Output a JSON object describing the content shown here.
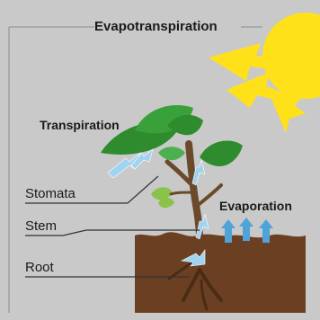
{
  "title": "Evapotranspiration",
  "labels": {
    "transpiration": "Transpiration",
    "stomata": "Stomata",
    "stem": "Stem",
    "root": "Root",
    "evaporation": "Evaporation"
  },
  "colors": {
    "background": "#c9c9c9",
    "sun": "#ffe11a",
    "leaf": "#2e8b2e",
    "leaf_light": "#8bc34a",
    "stem": "#6b4a2b",
    "soil": "#6b3f22",
    "water_arrow": "#9fd3f0",
    "evap_arrow": "#4fa3d9"
  },
  "icons": [
    "sun-icon",
    "sunray-arrow-icon",
    "water-flow-arrow-icon",
    "evaporation-arrow-icon"
  ]
}
